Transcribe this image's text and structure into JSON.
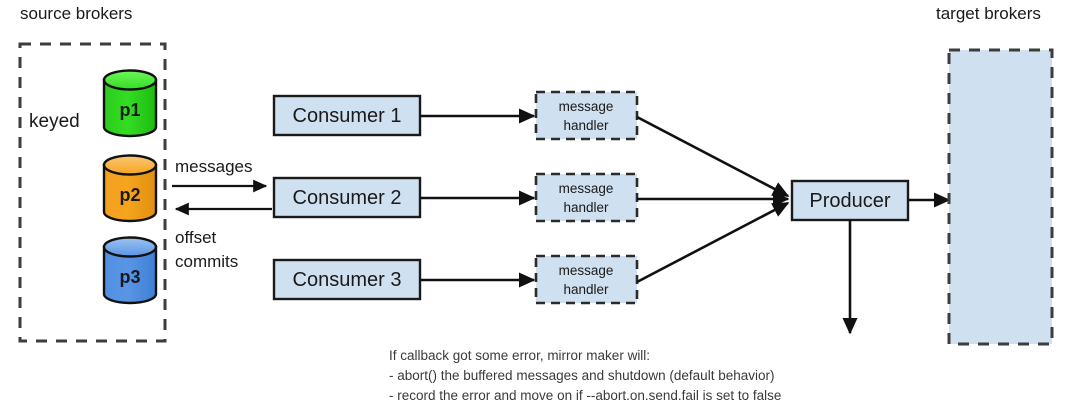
{
  "diagram": {
    "title_source": "source brokers",
    "title_target": "target brokers",
    "keyed_label": "keyed",
    "partitions": [
      {
        "label": "p1",
        "color": "#33dd22",
        "top_color": "#5cf04a"
      },
      {
        "label": "p2",
        "color": "#f5a01e",
        "top_color": "#fbc165"
      },
      {
        "label": "p3",
        "color": "#4f8fe0",
        "top_color": "#8fb8ef"
      }
    ],
    "consumers": [
      {
        "label": "Consumer 1"
      },
      {
        "label": "Consumer 2"
      },
      {
        "label": "Consumer 3"
      }
    ],
    "handlers": [
      {
        "line1": "message",
        "line2": "handler"
      },
      {
        "line1": "message",
        "line2": "handler"
      },
      {
        "line1": "message",
        "line2": "handler"
      }
    ],
    "producer_label": "Producer",
    "edge_labels": {
      "messages": "messages",
      "offset_line1": "offset",
      "offset_line2": "commits"
    },
    "notes": [
      "If callback got some error, mirror maker will:",
      "- abort() the buffered messages and shutdown (default behavior)",
      "- record the error and move on if --abort.on.send.fail is set to false"
    ],
    "colors": {
      "box_fill": "#cfe0f0",
      "box_stroke": "#1a1a1a",
      "dashed_stroke": "#3d3d3d",
      "edge_stroke": "#111111",
      "text": "#1a1a1a"
    }
  }
}
